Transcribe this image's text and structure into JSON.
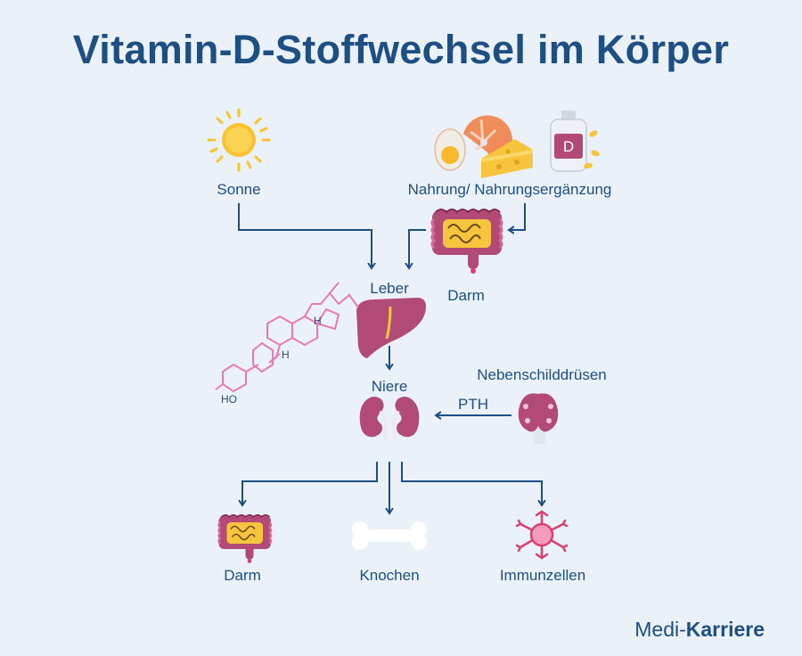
{
  "title": "Vitamin-D-Stoffwechsel im Körper",
  "nodes": {
    "sonne": "Sonne",
    "nahrung": "Nahrung/ Nahrungsergänzung",
    "leber": "Leber",
    "darm_top": "Darm",
    "niere": "Niere",
    "nebenschilddruesen": "Nebenschilddrüsen",
    "pth": "PTH",
    "darm_bottom": "Darm",
    "knochen": "Knochen",
    "immunzellen": "Immunzellen"
  },
  "molecule": {
    "h1": "H",
    "h2": "H",
    "ho": "HO"
  },
  "supplement_letter": "D",
  "brand": {
    "part1": "Medi-",
    "part2": "Karriere"
  },
  "colors": {
    "title": "#1d4f82",
    "arrow": "#1d4f82",
    "background": "#eaf1f8",
    "organ": "#b24a76",
    "molecule": "#e77ab0",
    "sun": "#f9c22e"
  }
}
